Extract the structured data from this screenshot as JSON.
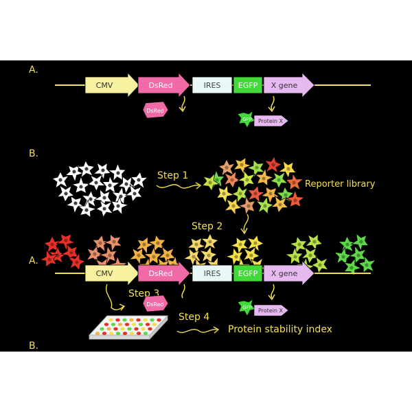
{
  "colors": {
    "background": "#000000",
    "label_yellow": "#f4e04d",
    "cmv": "#f6f2a0",
    "dsred": "#f06aa8",
    "ires": "#e7f8f6",
    "egfp": "#43d93a",
    "xgene": "#e7b9f1",
    "line": "#f4e04d"
  },
  "panel_a_top": {
    "label": "A.",
    "construct": [
      "CMV",
      "DsRed",
      "IRES",
      "EGFP",
      "X gene"
    ],
    "dsred_protein": "DsRed",
    "fusion_gfp": "GFP",
    "fusion_protein": "Protein X"
  },
  "panel_b_top": {
    "label": "B.",
    "step1": "Step 1",
    "reporter_library": "Reporter library",
    "step2": "Step 2"
  },
  "panel_a_bottom": {
    "label": "A.",
    "construct": [
      "CMV",
      "DsRed",
      "IRES",
      "EGFP",
      "X gene"
    ],
    "step3": "Step 3",
    "dsred_protein": "DsRed",
    "fusion_gfp": "GFP",
    "fusion_protein": "Protein X",
    "step4": "Step 4",
    "result": "Protein stability index"
  },
  "panel_b_bottom": {
    "label": "B."
  }
}
